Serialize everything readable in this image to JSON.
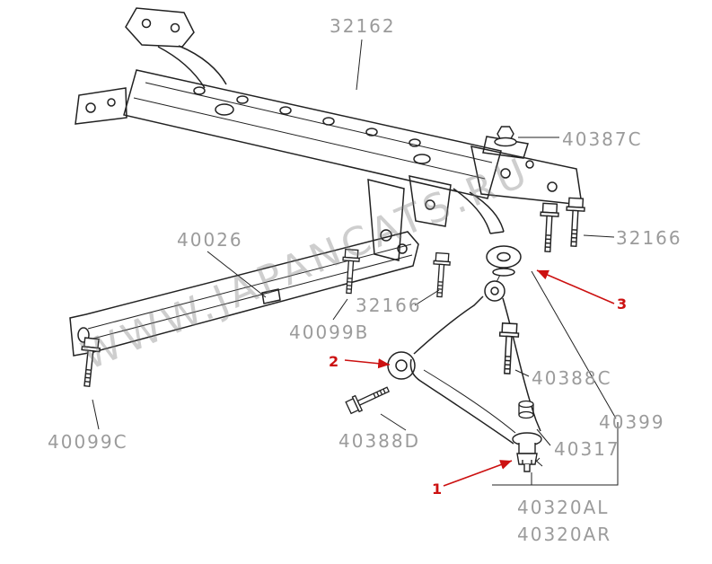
{
  "diagram": {
    "watermark": "WWW.JAPANCATS.RU",
    "labels": {
      "n32162": "32162",
      "n40387C": "40387C",
      "n32166_right": "32166",
      "n40026": "40026",
      "n32166_mid": "32166",
      "n40099B": "40099B",
      "n40388C": "40388C",
      "n40399": "40399",
      "n40388D": "40388D",
      "n40317": "40317",
      "n40099C": "40099C",
      "n40320AL": "40320AL",
      "n40320AR": "40320AR"
    },
    "callouts": {
      "c1": "1",
      "c2": "2",
      "c3": "3"
    },
    "colors": {
      "label_gray": "#9b9b9b",
      "callout_red": "#cc1111",
      "line": "#222222",
      "background": "#ffffff"
    }
  }
}
